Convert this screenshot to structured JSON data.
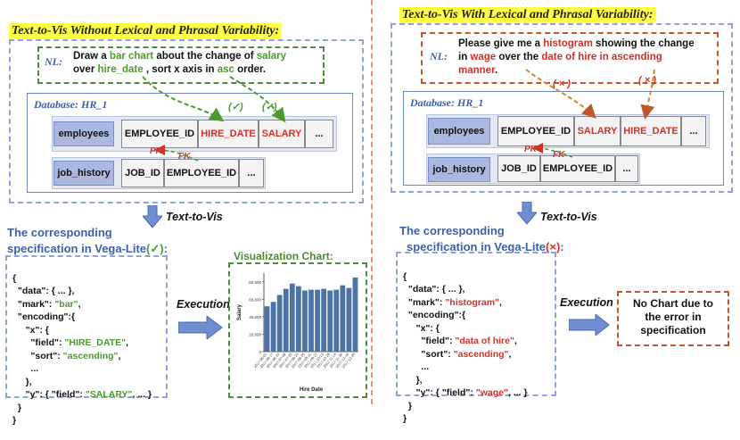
{
  "left": {
    "header": "Text-to-Vis Without Lexical and Phrasal Variability:",
    "nl_label": "NL:",
    "nl_line1": [
      "Draw a ",
      "bar chart",
      " about the change of ",
      "salary"
    ],
    "nl_line2": [
      "over ",
      "hire_date",
      " , sort x axis in ",
      "asc",
      " order."
    ],
    "db_label": "Database:  HR_1",
    "employees": "employees",
    "job_history": "job_history",
    "emp_cols": [
      "EMPLOYEE_ID",
      "HIRE_DATE",
      "SALARY",
      "..."
    ],
    "job_cols": [
      "JOB_ID",
      "EMPLOYEE_ID",
      "..."
    ],
    "pk": "PK",
    "fk": "FK",
    "check1": "(✓)",
    "check2": "(✓)",
    "t2v": "Text-to-Vis",
    "spec_line1": "The corresponding",
    "spec_line2": "specification in Vega-Lite",
    "spec_mark": "(✓)",
    "spec_colon": ":",
    "exec": "Execution",
    "vis_title": "Visualization Chart:",
    "code": {
      "l1": "{",
      "l2a": "  \"data\": { ... },",
      "l3a": "  \"mark\": ",
      "l3b": "\"bar\"",
      "l3c": ",",
      "l4a": "  \"encoding\":{",
      "l5a": "     \"x\": {",
      "l6a": "       \"field\": ",
      "l6b": "\"HIRE_DATE\"",
      "l6c": ",",
      "l7a": "       \"sort\": ",
      "l7b": "\"ascending\"",
      "l7c": ",",
      "l8a": "       ...",
      "l9a": "     },",
      "l10a": "     \"y\": { \"field\": ",
      "l10b": "\"SALARY\"",
      "l10c": ", ... }",
      "l11a": "  }",
      "l12a": "}"
    }
  },
  "right": {
    "header": "Text-to-Vis With Lexical and Phrasal Variability:",
    "nl_label": "NL:",
    "nl_line1": [
      "Please give me a ",
      "histogram",
      " showing the change"
    ],
    "nl_line2": [
      "in ",
      "wage",
      " over the ",
      "date of hire in ascending"
    ],
    "nl_line3": [
      "manner",
      "."
    ],
    "db_label": "Database:  HR_1",
    "employees": "employees",
    "job_history": "job_history",
    "emp_cols": [
      "EMPLOYEE_ID",
      "SALARY",
      "HIRE_DATE",
      "..."
    ],
    "job_cols": [
      "JOB_ID",
      "EMPLOYEE_ID",
      "..."
    ],
    "pk": "PK",
    "fk": "FK",
    "cross1": "( × )",
    "cross2": "( × )",
    "t2v": "Text-to-Vis",
    "spec_line1": "The corresponding",
    "spec_line2": "specification in Vega-Lite",
    "spec_mark": "(×)",
    "spec_colon": ":",
    "exec": "Execution",
    "nochart": "No Chart due to the error in specification",
    "code": {
      "l1": "{",
      "l2a": "  \"data\": { ... },",
      "l3a": "  \"mark\": ",
      "l3b": "\"histogram\"",
      "l3c": ",",
      "l4a": "  \"encoding\":{",
      "l5a": "     \"x\": {",
      "l6a": "       \"field\": ",
      "l6b": "\"data of hire\"",
      "l6c": ",",
      "l7a": "       \"sort\": ",
      "l7b": "\"ascending\"",
      "l7c": ",",
      "l8a": "       ...",
      "l9a": "     },",
      "l10a": "     \"y\": { \"field\": ",
      "l10b": "\"wage\"",
      "l10c": ", ... }",
      "l11a": "  }",
      "l12a": "}"
    }
  },
  "chart_data": {
    "type": "bar",
    "categories": [
      "2017-06-01",
      "2017-06-17",
      "2017-06-23",
      "2017-07-09",
      "2017-07-25",
      "2017-08-10",
      "2017-08-26",
      "2017-09-11",
      "2017-09-27",
      "2017-10-13",
      "2017-10-29",
      "2017-11-14",
      "2017-11-30",
      "2017-12-16",
      "2017-12-29"
    ],
    "values": [
      52000,
      57000,
      65000,
      72000,
      78000,
      75000,
      70000,
      71000,
      71000,
      72000,
      70000,
      71000,
      76000,
      73000,
      85000
    ],
    "xlabel": "Hire Date",
    "ylabel": "Salary",
    "yticks": [
      "0",
      "20,000",
      "40,000",
      "60,000",
      "80,000"
    ],
    "ylim": [
      0,
      90000
    ]
  }
}
